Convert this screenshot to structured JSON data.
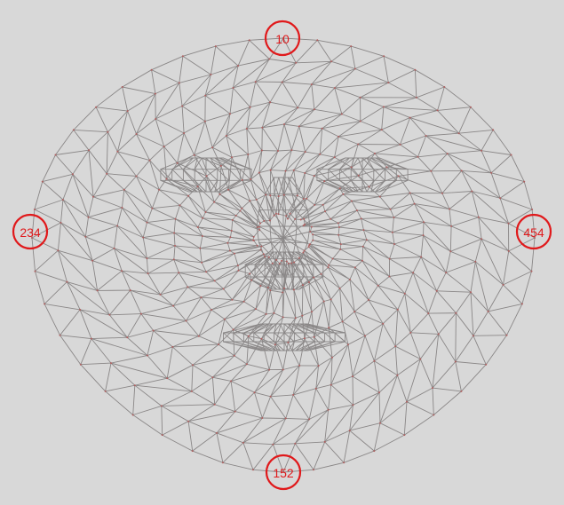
{
  "landmarks": [
    {
      "id": "top",
      "label": "10"
    },
    {
      "id": "left",
      "label": "234"
    },
    {
      "id": "right",
      "label": "454"
    },
    {
      "id": "bottom",
      "label": "152"
    }
  ],
  "colors": {
    "background": "#d8d8d8",
    "mesh": "#8a8787",
    "vertex": "#b06060",
    "marker": "#e0191b"
  }
}
